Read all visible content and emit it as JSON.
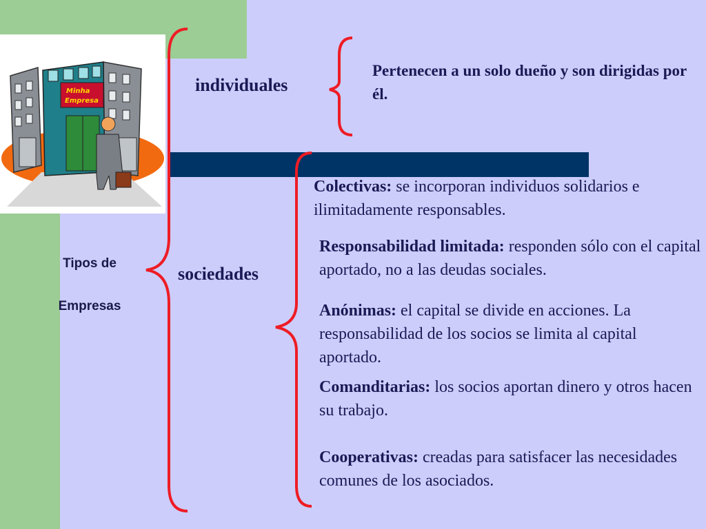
{
  "slide": {
    "title_line1": "Tipos de",
    "title_line2": "Empresas",
    "clipart_sign": [
      "Minha",
      "Empresa"
    ],
    "colors": {
      "background": "#cccdfb",
      "green_accent": "#9bcd94",
      "dark_bar": "#003366",
      "brace": "#ee1c25"
    }
  },
  "individuales": {
    "label": "individuales",
    "description": "Pertenecen a un solo dueño y son dirigidas por él."
  },
  "sociedades": {
    "label": "sociedades",
    "types": [
      {
        "name": "Colectivas:",
        "text": " se incorporan individuos solidarios e ilimitadamente responsables."
      },
      {
        "name": "Responsabilidad limitada:",
        "text": " responden sólo con el capital aportado, no a las deudas sociales."
      },
      {
        "name": "Anónimas:",
        "text": " el capital se divide en acciones. La responsabilidad de los socios se limita al capital aportado."
      },
      {
        "name": "Comanditarias:",
        "text": " los socios aportan dinero  y otros hacen su trabajo."
      },
      {
        "name": "Cooperativas:",
        "text": " creadas para satisfacer las necesidades comunes de los asociados."
      }
    ]
  }
}
